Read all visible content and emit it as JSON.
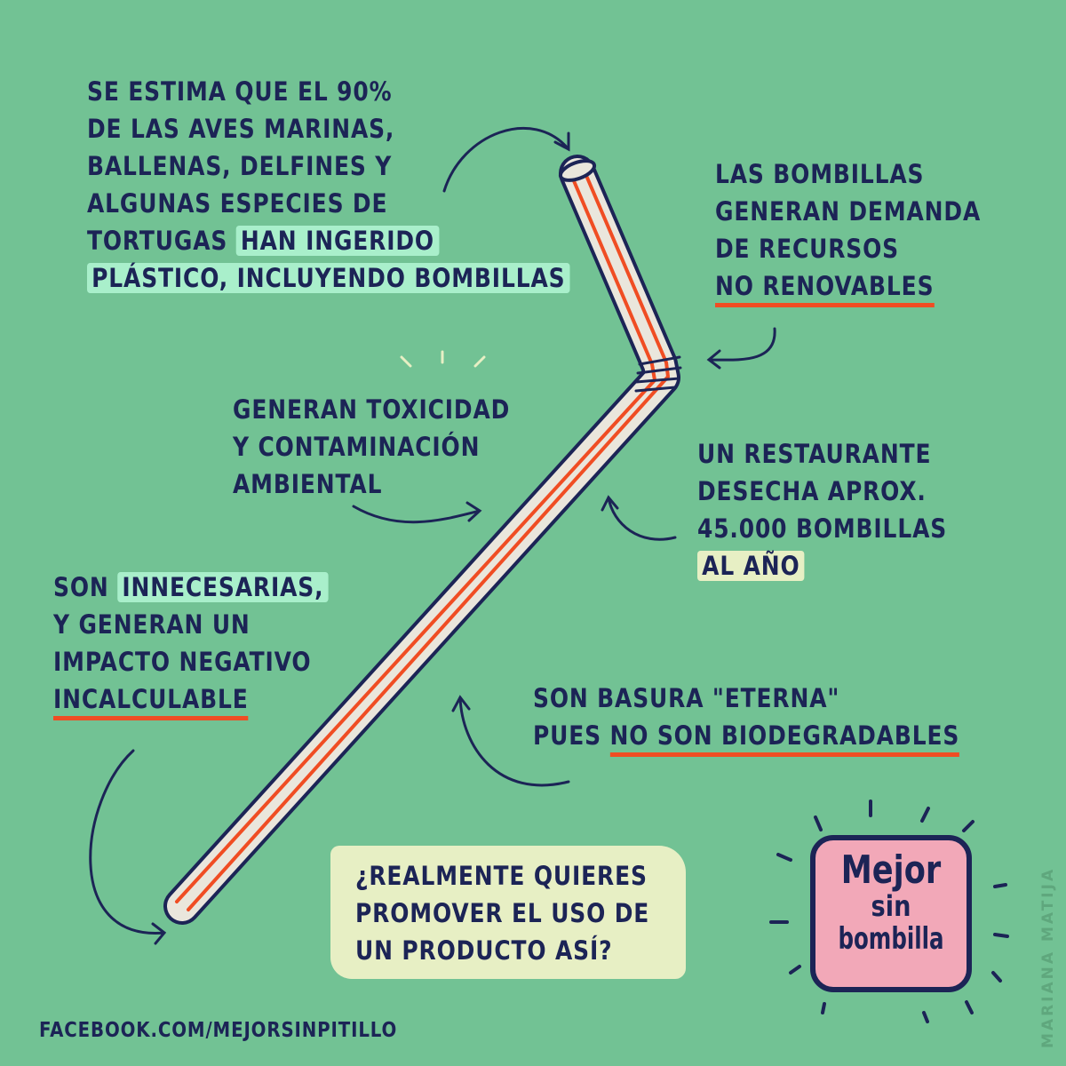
{
  "block1": {
    "l1": "Se estima que el 90%",
    "l2": "de las aves marinas,",
    "l3": "ballenas, delfines y",
    "l4": "algunas especies de",
    "l5a": "tortugas",
    "l5b": "han ingerido",
    "l6": "plástico, incluyendo bombillas"
  },
  "block2": {
    "l1": "Las bombillas",
    "l2": "generan demanda",
    "l3": "de recursos",
    "l4": "no renovables"
  },
  "block3": {
    "l1": "Generan toxicidad",
    "l2": "y contaminación",
    "l3": "ambiental"
  },
  "block4": {
    "l1": "Un restaurante",
    "l2": "desecha aprox.",
    "l3": "45.000 bombillas",
    "l4": "al año"
  },
  "block5": {
    "l1a": "Son",
    "l1b": "innecesarias,",
    "l2": "y generan un",
    "l3": "impacto negativo",
    "l4": "incalculable"
  },
  "block6": {
    "l1": "Son basura \"eterna\"",
    "l2a": "pues",
    "l2b": "no son biodegradables"
  },
  "question": {
    "l1": "¿Realmente quieres",
    "l2": "promover el uso de",
    "l3": "un producto así?"
  },
  "logo": {
    "l1": "Mejor",
    "l2": "sin",
    "l3": "bombilla"
  },
  "footer": "facebook.com/mejorsinpitillo",
  "signature": "Mariana Matija",
  "colors": {
    "background": "#72c294",
    "ink": "#1c2456",
    "accent": "#f04d23",
    "highlight": "#a9efcb",
    "cream": "#e7efc4",
    "pink": "#f2a8b8"
  }
}
